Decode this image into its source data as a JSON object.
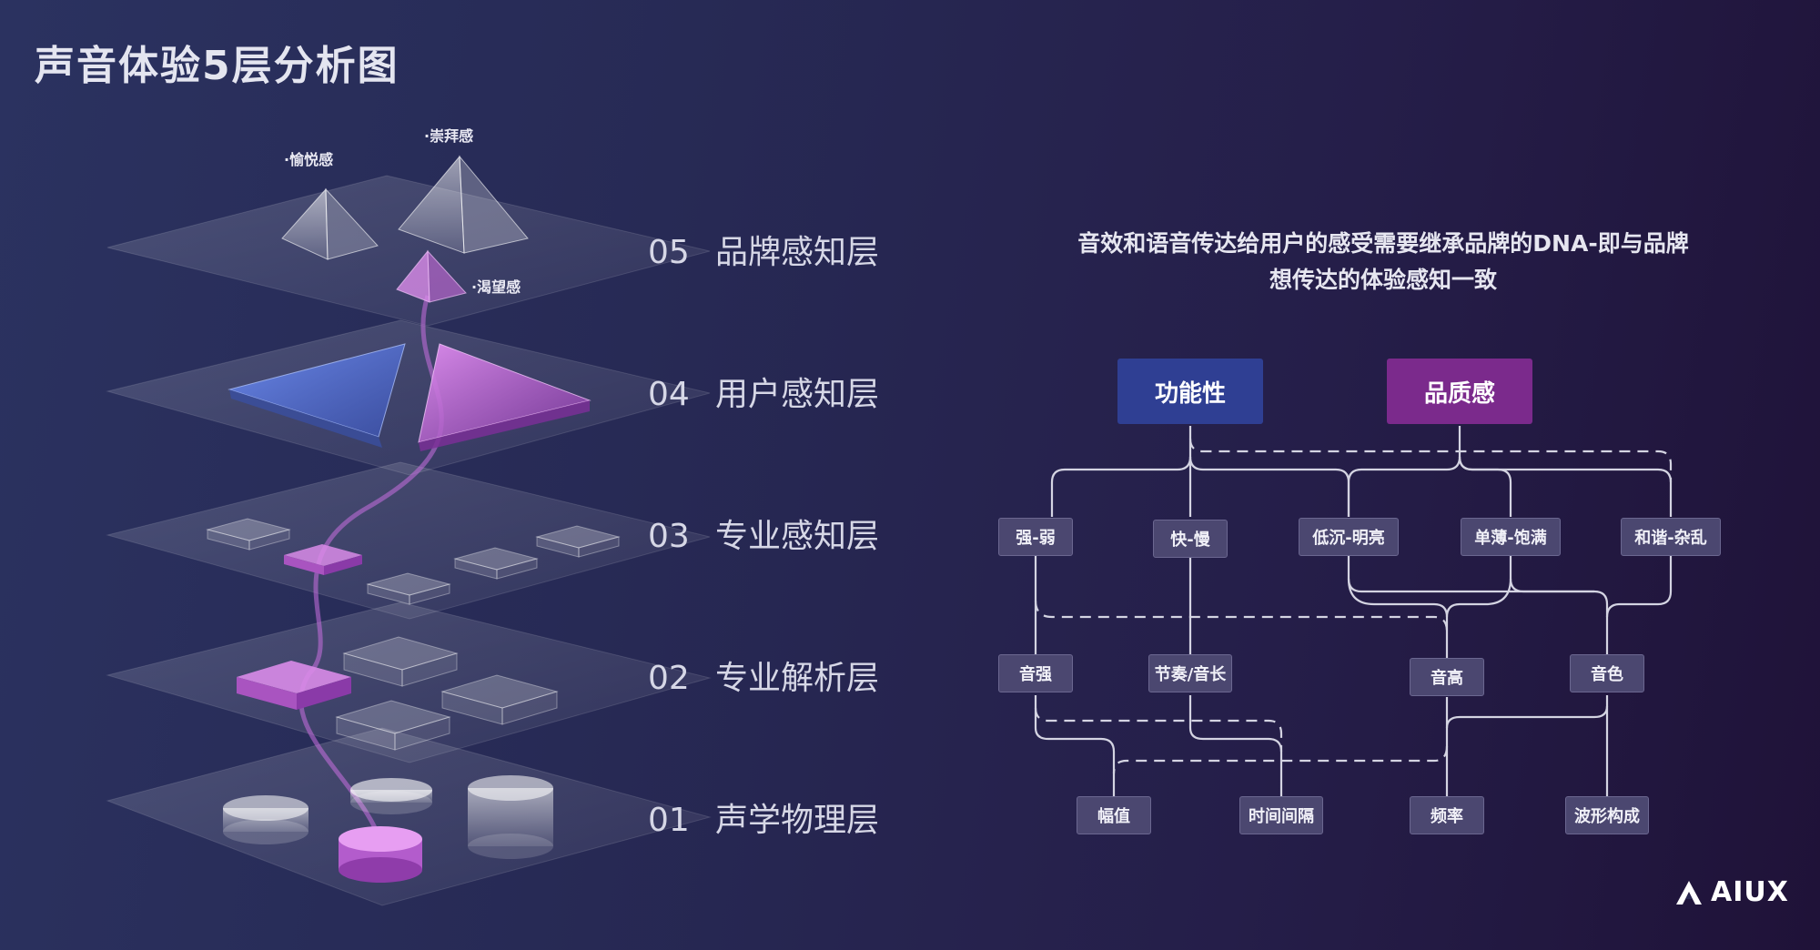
{
  "title": "声音体验5层分析图",
  "layers": [
    {
      "num": "05",
      "label": "品牌感知层"
    },
    {
      "num": "04",
      "label": "用户感知层"
    },
    {
      "num": "03",
      "label": "专业感知层"
    },
    {
      "num": "02",
      "label": "专业解析层"
    },
    {
      "num": "01",
      "label": "声学物理层"
    }
  ],
  "pyramid_labels": [
    "·愉悦感",
    "·崇拜感",
    "·渴望感"
  ],
  "description_lines": [
    "音效和语音传达给用户的感受需要继承品牌的DNA-即与品牌",
    "想传达的体验感知一致"
  ],
  "categories": {
    "functional": "功能性",
    "quality": "品质感"
  },
  "perception_nodes": [
    "强-弱",
    "快-慢",
    "低沉-明亮",
    "单薄-饱满",
    "和谐-杂乱"
  ],
  "analysis_nodes": [
    "音强",
    "节奏/音长",
    "音高",
    "音色"
  ],
  "physical_nodes": [
    "幅值",
    "时间间隔",
    "频率",
    "波形构成"
  ],
  "logo": {
    "text": "AIUX"
  },
  "colors": {
    "functional": "#2f3f93",
    "quality": "#7b2a8c",
    "node": "#4b4770",
    "accent_pink": "#c86fe0",
    "accent_blue": "#5f7fe0"
  }
}
